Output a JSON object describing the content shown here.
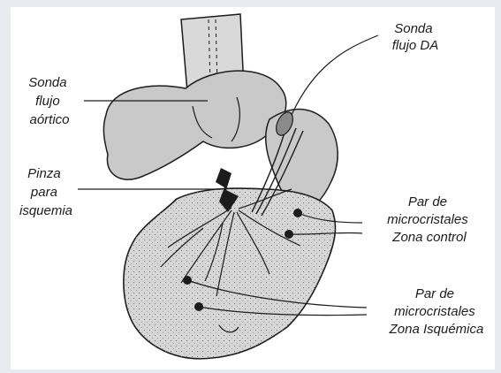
{
  "labels": {
    "sonda_flujo_da": [
      "Sonda",
      "flujo DA"
    ],
    "sonda_flujo_aortico": [
      "Sonda",
      "flujo",
      "aórtico"
    ],
    "pinza_isquemia": [
      "Pinza",
      "para",
      "isquemia"
    ],
    "par_control": [
      "Par de",
      "microcristales",
      "Zona control"
    ],
    "par_isquemica": [
      "Par de",
      "microcristales",
      "Zona Isquémica"
    ]
  },
  "colors": {
    "background": "#e7ebf0",
    "paper": "#ffffff",
    "vessel_fill": "#c9c9c9",
    "heart_fill": "#d6d6d6",
    "ink": "#1c1c1c"
  }
}
